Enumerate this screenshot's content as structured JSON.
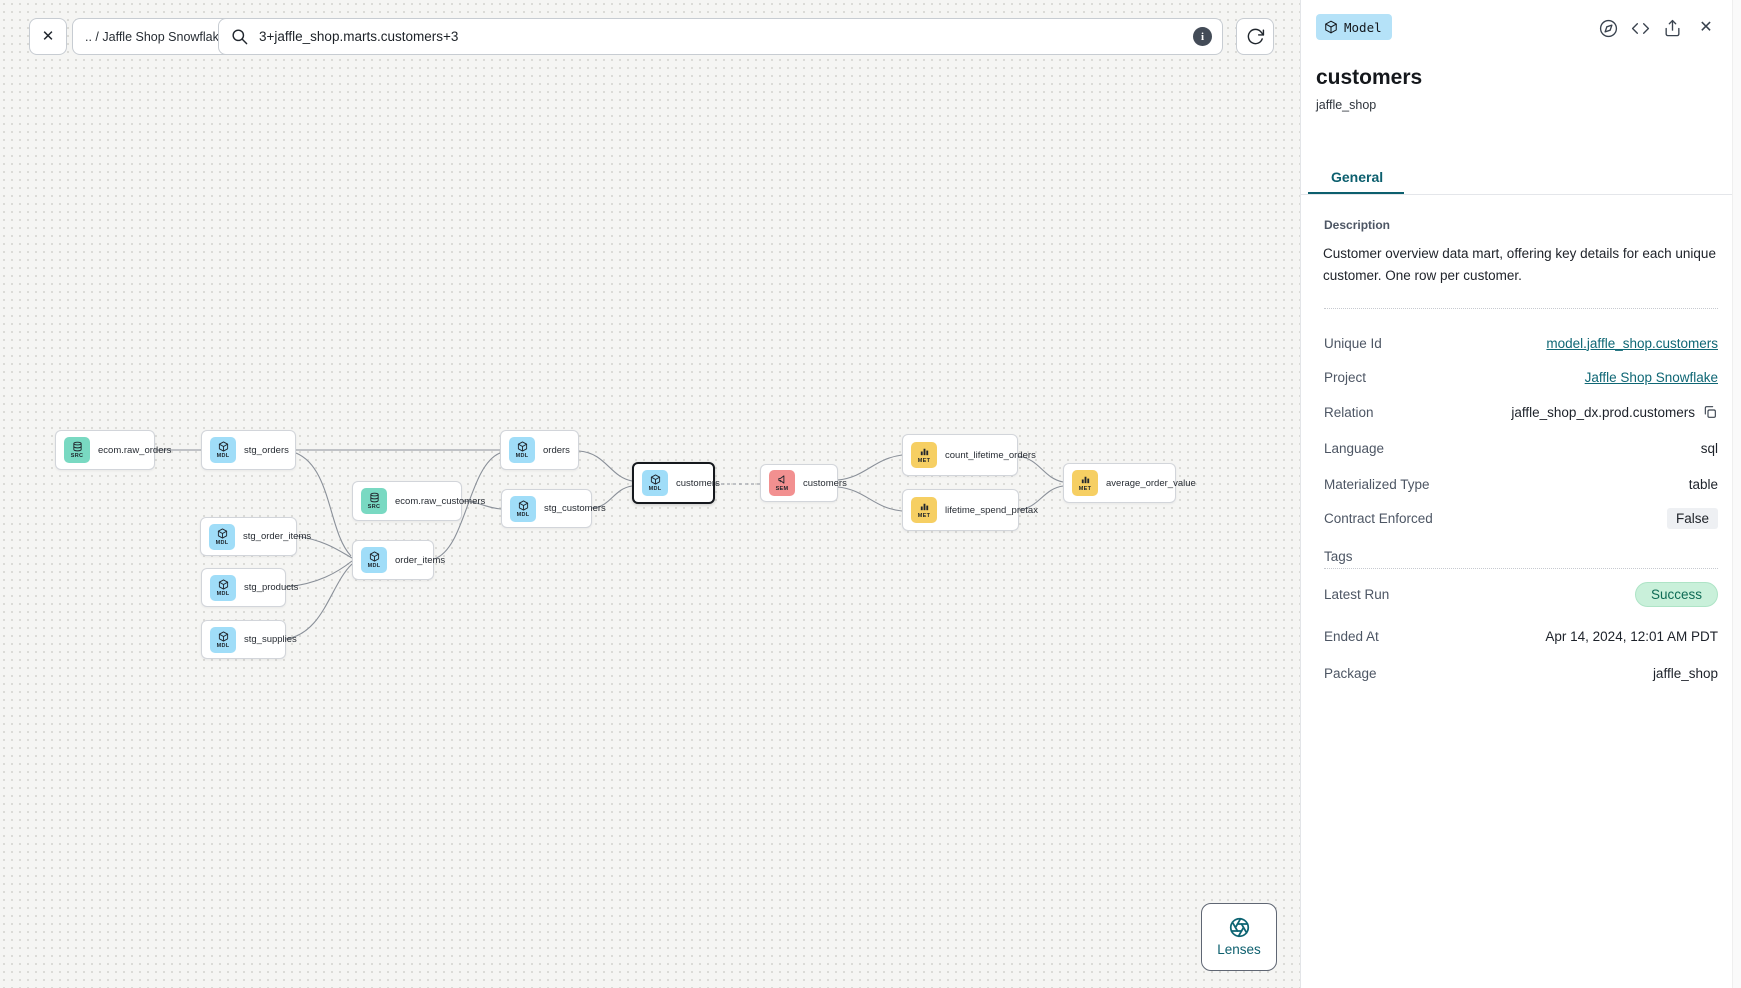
{
  "topbar": {
    "breadcrumb": ".. / Jaffle Shop Snowflake",
    "search_value": "3+jaffle_shop.marts.customers+3",
    "info_icon": "i"
  },
  "canvas": {
    "lenses_label": "Lenses",
    "nodes": [
      {
        "label": "ecom.raw_orders",
        "kind": "SRC"
      },
      {
        "label": "stg_orders",
        "kind": "MDL"
      },
      {
        "label": "ecom.raw_customers",
        "kind": "SRC"
      },
      {
        "label": "stg_order_items",
        "kind": "MDL"
      },
      {
        "label": "order_items",
        "kind": "MDL"
      },
      {
        "label": "stg_products",
        "kind": "MDL"
      },
      {
        "label": "stg_supplies",
        "kind": "MDL"
      },
      {
        "label": "orders",
        "kind": "MDL"
      },
      {
        "label": "stg_customers",
        "kind": "MDL"
      },
      {
        "label": "customers",
        "kind": "MDL",
        "selected": true
      },
      {
        "label": "customers",
        "kind": "SEM"
      },
      {
        "label": "count_lifetime_orders",
        "kind": "MET"
      },
      {
        "label": "lifetime_spend_pretax",
        "kind": "MET"
      },
      {
        "label": "average_order_value",
        "kind": "MET"
      }
    ]
  },
  "panel": {
    "type_badge": "Model",
    "title": "customers",
    "subtitle": "jaffle_shop",
    "tab_general": "General",
    "description_label": "Description",
    "description_text": "Customer overview data mart, offering key details for each unique customer. One row per customer.",
    "fields": [
      {
        "label": "Unique Id",
        "value": "model.jaffle_shop.customers"
      },
      {
        "label": "Project",
        "value": "Jaffle Shop Snowflake"
      },
      {
        "label": "Relation",
        "value": "jaffle_shop_dx.prod.customers"
      },
      {
        "label": "Language",
        "value": "sql"
      },
      {
        "label": "Materialized Type",
        "value": "table"
      },
      {
        "label": "Contract Enforced",
        "value": "False"
      },
      {
        "label": "Tags",
        "value": ""
      },
      {
        "label": "Latest Run",
        "value": "Success"
      },
      {
        "label": "Ended At",
        "value": "Apr 14, 2024, 12:01 AM PDT"
      },
      {
        "label": "Package",
        "value": "jaffle_shop"
      }
    ]
  },
  "colors": {
    "accent_teal": "#0c5f6e",
    "model_badge_bg": "#b5e2f8",
    "source_icon_bg": "#79d9c2",
    "model_icon_bg": "#a0ddf8",
    "semantic_icon_bg": "#f29090",
    "metric_icon_bg": "#f6cf63",
    "success_badge_bg": "#c9f0da",
    "success_badge_text": "#0e6b55"
  }
}
